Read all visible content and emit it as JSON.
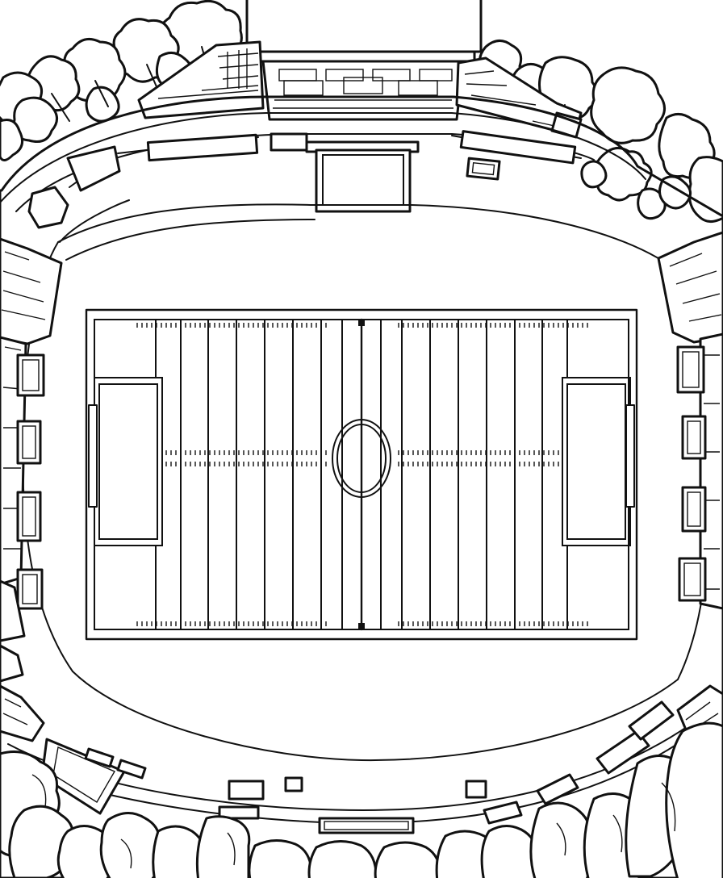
{
  "image": {
    "subject": "stadium-line-drawing",
    "style": "black outline on white"
  },
  "colors": {
    "ink": "#111111",
    "paper": "#ffffff"
  },
  "field": {
    "pitch_lines": 7,
    "yard_lines_per_half": 7,
    "has_center_oval": true,
    "has_goal_posts": true
  }
}
